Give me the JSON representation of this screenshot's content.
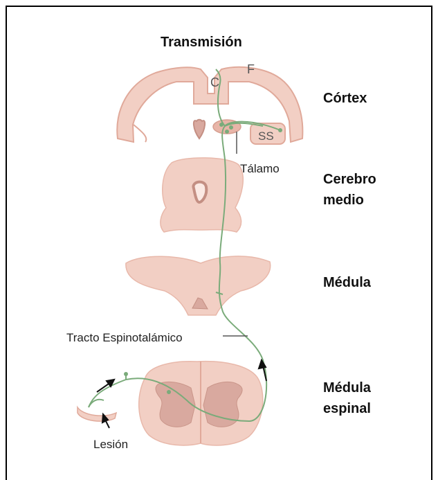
{
  "title": "Transmisión",
  "levels": {
    "cortex": "Córtex",
    "cerebro_medio_line1": "Cerebro",
    "cerebro_medio_line2": "medio",
    "medula": "Médula",
    "medula_espinal_line1": "Médula",
    "medula_espinal_line2": "espinal"
  },
  "labels": {
    "talamo": "Tálamo",
    "tracto": "Tracto Espinotalámico",
    "lesion": "Lesión",
    "c": "C",
    "f": "F",
    "ss": "SS"
  },
  "colors": {
    "tissue": "#f2cfc4",
    "tissue_stroke": "#e0a99a",
    "gray_matter": "#d9a99f",
    "pathway": "#7aab7a"
  }
}
